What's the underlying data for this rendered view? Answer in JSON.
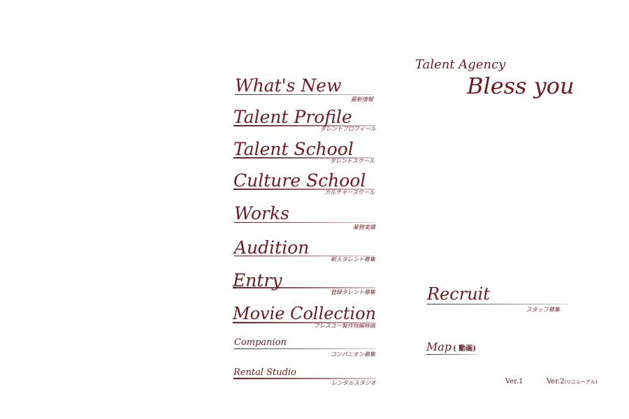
{
  "brand": {
    "tagline": "Talent Agency",
    "name": "Bless you"
  },
  "menu": [
    {
      "en": "What's New",
      "jp": "最新情報"
    },
    {
      "en": "Talent Profile",
      "jp": "タレントプロフィール"
    },
    {
      "en": "Talent School",
      "jp": "タレントスクール"
    },
    {
      "en": "Culture School",
      "jp": "カルチャースクール"
    },
    {
      "en": "Works",
      "jp": "業務実績"
    },
    {
      "en": "Audition",
      "jp": "新人タレント募集"
    },
    {
      "en": "Entry",
      "jp": "登録タレント募集"
    },
    {
      "en": "Movie Collection",
      "jp": "ブレスユー製作短編映画"
    },
    {
      "en": "Companion",
      "jp": "コンパニオン募集"
    },
    {
      "en": "Rental Studio",
      "jp": "レンタルスタジオ"
    }
  ],
  "recruit": {
    "en": "Recruit",
    "jp": "スタッフ募集"
  },
  "map": {
    "en": "Map",
    "jp": "( 動画)"
  },
  "versions": {
    "v1": "Ver.1",
    "v2": "Ver.2",
    "v2_note": "(リニューアル)"
  },
  "colors": {
    "accent": "#6e1a1f",
    "background": "#ffffff"
  }
}
